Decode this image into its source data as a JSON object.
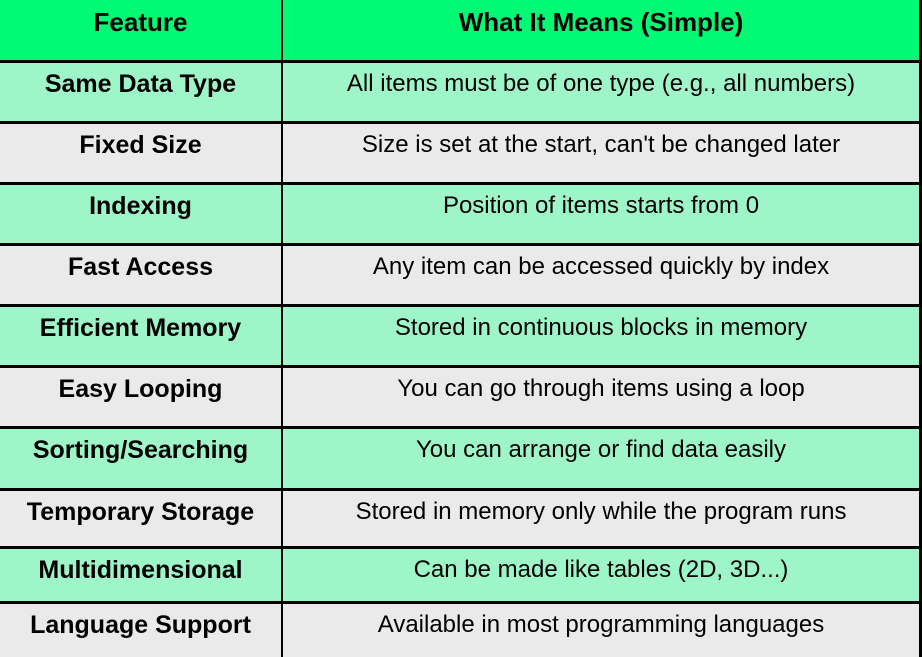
{
  "colors": {
    "header_bg": "#00fa73",
    "row_mint": "#9ef6c8",
    "row_gray": "#eaeaea",
    "border": "#000000",
    "text": "#000000"
  },
  "table": {
    "columns": [
      "Feature",
      "What It Means (Simple)"
    ],
    "rows": [
      {
        "feature": "Same Data Type",
        "meaning": "All items must be of one type (e.g., all numbers)"
      },
      {
        "feature": "Fixed Size",
        "meaning": "Size is set at the start, can't be changed later"
      },
      {
        "feature": "Indexing",
        "meaning": "Position of items starts from 0"
      },
      {
        "feature": "Fast Access",
        "meaning": "Any item can be accessed quickly by index"
      },
      {
        "feature": "Efficient Memory",
        "meaning": "Stored in continuous blocks in memory"
      },
      {
        "feature": "Easy Looping",
        "meaning": "You can go through items using a loop"
      },
      {
        "feature": "Sorting/Searching",
        "meaning": "You can arrange or find data easily"
      },
      {
        "feature": "Temporary Storage",
        "meaning": "Stored in memory only while the program runs"
      },
      {
        "feature": "Multidimensional",
        "meaning": "Can be made like tables (2D, 3D...)"
      },
      {
        "feature": "Language Support",
        "meaning": "Available in most programming languages"
      }
    ]
  },
  "chart_data": {
    "type": "table",
    "title": "",
    "columns": [
      "Feature",
      "What It Means (Simple)"
    ],
    "rows": [
      [
        "Same Data Type",
        "All items must be of one type (e.g., all numbers)"
      ],
      [
        "Fixed Size",
        "Size is set at the start, can't be changed later"
      ],
      [
        "Indexing",
        "Position of items starts from 0"
      ],
      [
        "Fast Access",
        "Any item can be accessed quickly by index"
      ],
      [
        "Efficient Memory",
        "Stored in continuous blocks in memory"
      ],
      [
        "Easy Looping",
        "You can go through items using a loop"
      ],
      [
        "Sorting/Searching",
        "You can arrange or find data easily"
      ],
      [
        "Temporary Storage",
        "Stored in memory only while the program runs"
      ],
      [
        "Multidimensional",
        "Can be made like tables (2D, 3D...)"
      ],
      [
        "Language Support",
        "Available in most programming languages"
      ]
    ],
    "layout_hints": {
      "header_background": "#00fa73",
      "alternating_row_colors": [
        "#9ef6c8",
        "#eaeaea"
      ],
      "grid": true,
      "header_text_bold": true,
      "first_column_bold": true
    }
  }
}
